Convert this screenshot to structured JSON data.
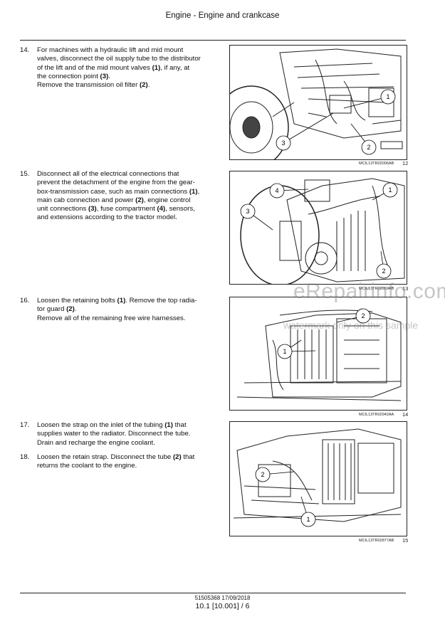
{
  "header": {
    "title": "Engine - Engine and crankcase"
  },
  "steps": [
    {
      "number": "14.",
      "lines": [
        [
          "For machines with a hydraulic lift and mid mount"
        ],
        [
          "valves, disconnect the oil supply tube to the distributor"
        ],
        [
          "of the lift and of the mid mount valves ",
          "(1)",
          ", if any, at"
        ],
        [
          "the connection point ",
          "(3)",
          "."
        ],
        [
          "Remove the transmission oil filter ",
          "(2)",
          "."
        ]
      ]
    },
    {
      "number": "15.",
      "lines": [
        [
          "Disconnect all of the electrical connections that"
        ],
        [
          "prevent the detachment of the engine from the gear-"
        ],
        [
          "box-transmission case, such as main connections ",
          "(1)",
          ","
        ],
        [
          "main cab connection and power ",
          "(2)",
          ", engine control"
        ],
        [
          "unit connections ",
          "(3)",
          ", fuse compartment ",
          "(4)",
          ", sensors,"
        ],
        [
          "and extensions according to the tractor model."
        ]
      ]
    },
    {
      "number": "16.",
      "lines": [
        [
          "Loosen the retaining bolts ",
          "(1)",
          ". Remove the top radia-"
        ],
        [
          "tor guard ",
          "(2)",
          "."
        ],
        [
          "Remove all of the remaining free wire harnesses."
        ]
      ]
    },
    {
      "number": "17.",
      "lines": [
        [
          "Loosen the strap on the inlet of the tubing ",
          "(1)",
          " that"
        ],
        [
          "supplies water to the radiator.  Disconnect the tube."
        ],
        [
          "Drain and recharge the engine coolant."
        ]
      ]
    },
    {
      "number": "18.",
      "lines": [
        [
          "Loosen the retain strap.  Disconnect the tube ",
          "(2)",
          " that"
        ],
        [
          "returns the coolant to the engine."
        ]
      ]
    }
  ],
  "figures": [
    {
      "code": "MCIL13TR02006AB",
      "number": "12",
      "callouts": [
        "1",
        "2",
        "3"
      ]
    },
    {
      "code": "MCIL13TR02059AB",
      "number": "13",
      "callouts": [
        "1",
        "2",
        "3",
        "4"
      ]
    },
    {
      "code": "MCIL13TR02942AA",
      "number": "14",
      "callouts": [
        "1",
        "2"
      ]
    },
    {
      "code": "MCIL13TR02877AB",
      "number": "15",
      "callouts": [
        "1",
        "2"
      ]
    }
  ],
  "watermark": {
    "text": "eRepairinfo.com",
    "subtext": "watermark only on this sample"
  },
  "footer": {
    "doc": "51505368 17/09/2018",
    "page": "10.1 [10.001] / 6"
  }
}
